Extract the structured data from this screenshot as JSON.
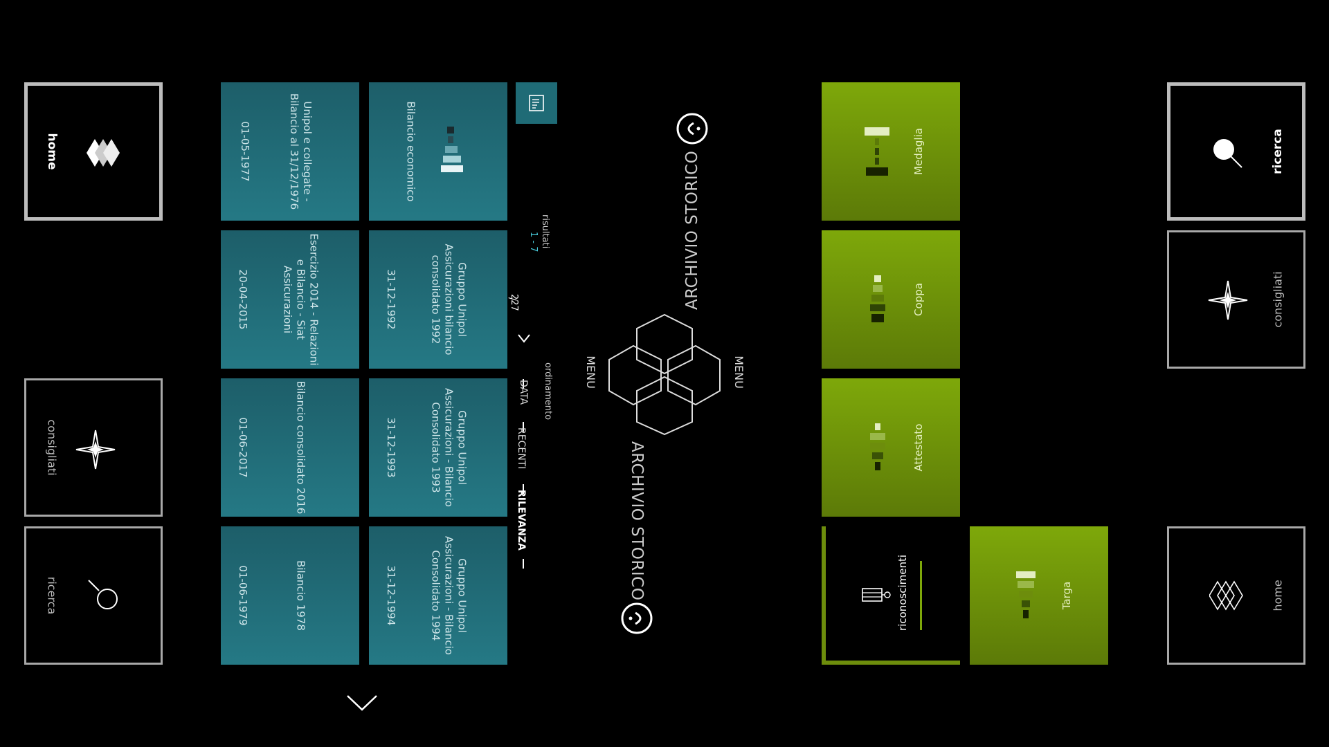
{
  "left_nav": {
    "home_label": "home",
    "consigliati_label": "consigliati",
    "ricerca_label": "ricerca"
  },
  "right_nav": {
    "ricerca_label": "ricerca",
    "consigliati_label": "consigliati",
    "home_label": "home"
  },
  "results": {
    "label": "risultati",
    "range": "1 - 7",
    "separator": "/",
    "total": "227",
    "cards": [
      {
        "title": "Bilancio economico",
        "date": ""
      },
      {
        "title": "Unipol e collegate - Bilancio al 31/12/1976",
        "date": "01-05-1977"
      },
      {
        "title": "Gruppo Unipol Assicurazioni bilancio consolidato 1992",
        "date": "31-12-1992"
      },
      {
        "title": "Esercizio 2014 - Relazioni e Bilancio - Siat Assicurazioni",
        "date": "20-04-2015"
      },
      {
        "title": "Gruppo Unipol Assicurazioni - Bilancio Consolidato 1993",
        "date": "31-12-1993"
      },
      {
        "title": "Bilancio consolidato 2016",
        "date": "01-06-2017"
      },
      {
        "title": "Gruppo Unipol Assicurazioni - Bilancio Consolidato 1994",
        "date": "31-12-1994"
      },
      {
        "title": "Bilancio 1978",
        "date": "01-06-1979"
      }
    ]
  },
  "sort": {
    "label": "ordinamento",
    "options": [
      "DATA",
      "RECENTI",
      "RILEVANZA"
    ],
    "active": "RILEVANZA"
  },
  "center": {
    "title_top": "ARCHIVIO STORICO",
    "title_bottom": "ARCHIVIO STORICO",
    "menu_left": "MENU",
    "menu_right": "MENU"
  },
  "categories": {
    "medaglia": "Medaglia",
    "coppa": "Coppa",
    "attestato": "Attestato",
    "riconoscimenti": "riconoscimenti",
    "targa": "Targa"
  },
  "colors": {
    "teal": "#257985",
    "green": "#7ea80a",
    "accent_cyan": "#48c9d9"
  }
}
